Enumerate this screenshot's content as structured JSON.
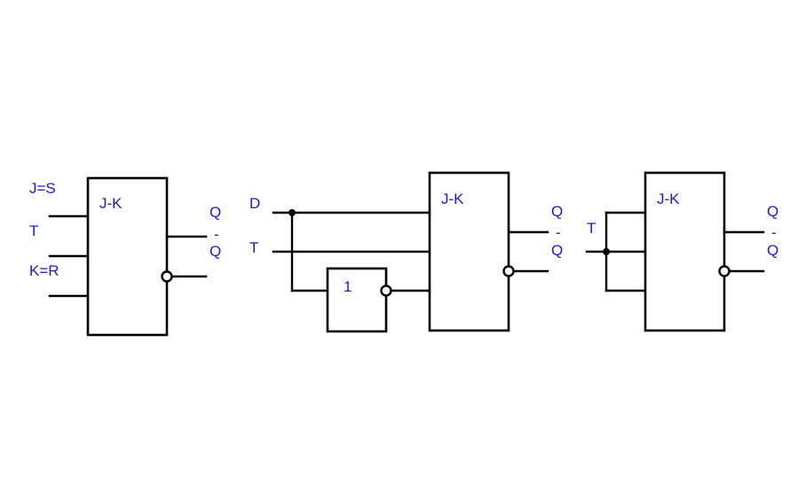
{
  "colors": {
    "label": "#1a1ad6",
    "line": "#000000",
    "background": "#ffffff"
  },
  "left_flipflop": {
    "block_label": "J-K",
    "inputs": {
      "j": "J=S",
      "t": "T",
      "k": "K=R"
    },
    "outputs": {
      "q": "Q",
      "q_bar_mark": "-",
      "q_bar": "Q"
    }
  },
  "middle_flipflop": {
    "block_label": "J-K",
    "inputs": {
      "d": "D",
      "t": "T"
    },
    "inverter_label": "1",
    "outputs": {
      "q": "Q",
      "q_bar_mark": "-",
      "q_bar": "Q"
    }
  },
  "right_flipflop": {
    "block_label": "J-K",
    "inputs": {
      "t": "T"
    },
    "outputs": {
      "q": "Q",
      "q_bar_mark": "-",
      "q_bar": "Q"
    }
  }
}
